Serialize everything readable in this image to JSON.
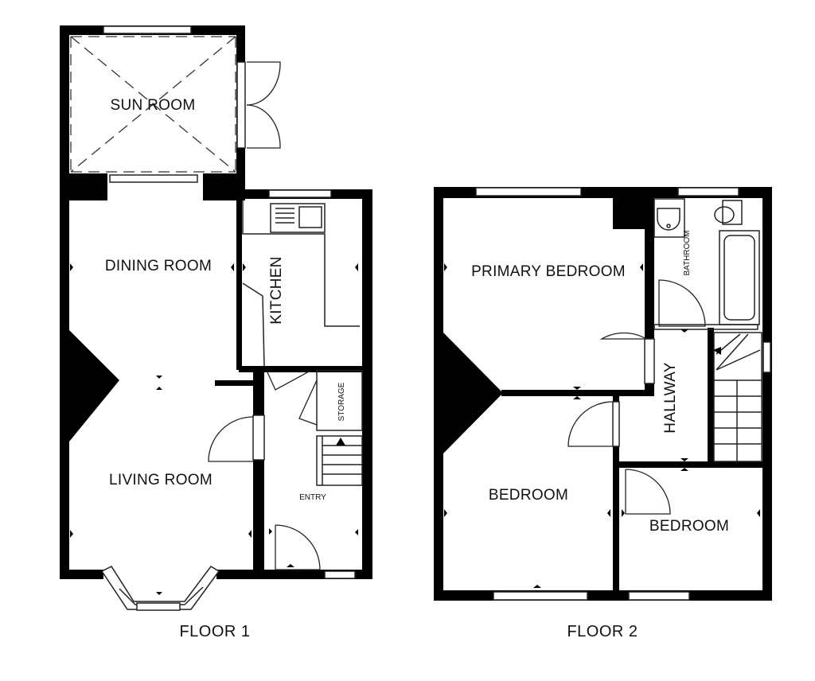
{
  "floors": [
    {
      "label": "FLOOR 1",
      "rooms": {
        "sun_room": "SUN ROOM",
        "dining_room": "DINING ROOM",
        "kitchen": "KITCHEN",
        "storage": "STORAGE",
        "living_room": "LIVING ROOM",
        "entry": "ENTRY"
      }
    },
    {
      "label": "FLOOR 2",
      "rooms": {
        "primary_bedroom": "PRIMARY BEDROOM",
        "bathroom": "BATHROOM",
        "hallway": "HALLWAY",
        "bedroom_left": "BEDROOM",
        "bedroom_right": "BEDROOM"
      }
    }
  ],
  "colors": {
    "wall": "#000000",
    "background": "#ffffff",
    "line": "#222222"
  }
}
